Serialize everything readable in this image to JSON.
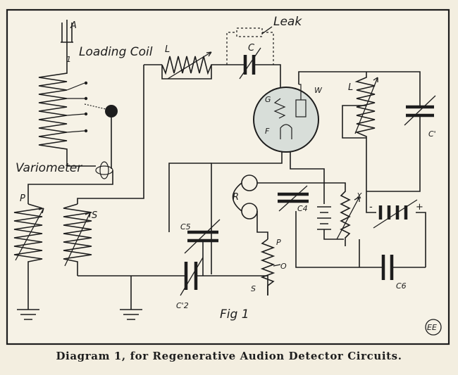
{
  "labels": {
    "antenna": "A",
    "loading_coil": "Loading Coil",
    "loading_coil_tap": "1",
    "variometer": "Variometer",
    "primary": "P",
    "secondary": "S",
    "coil_l_top": "L",
    "leak": "Leak",
    "cap_c": "C",
    "grid": "G",
    "filament": "F",
    "plate_w": "W",
    "plate_coil": "L",
    "plate_cap": "C'",
    "phones": "R",
    "cap_c5": "C5",
    "cap_c4": "C4",
    "resistor_x": "X",
    "pot_p": "P",
    "pot_o": "O",
    "pot_s": "S",
    "cap_c2": "C'2",
    "cap_c6": "C6",
    "plus": "+",
    "minus": "-",
    "fig": "Fig 1",
    "mark": "EE"
  },
  "caption": "Diagram 1, for Regenerative Audion Detector Circuits."
}
